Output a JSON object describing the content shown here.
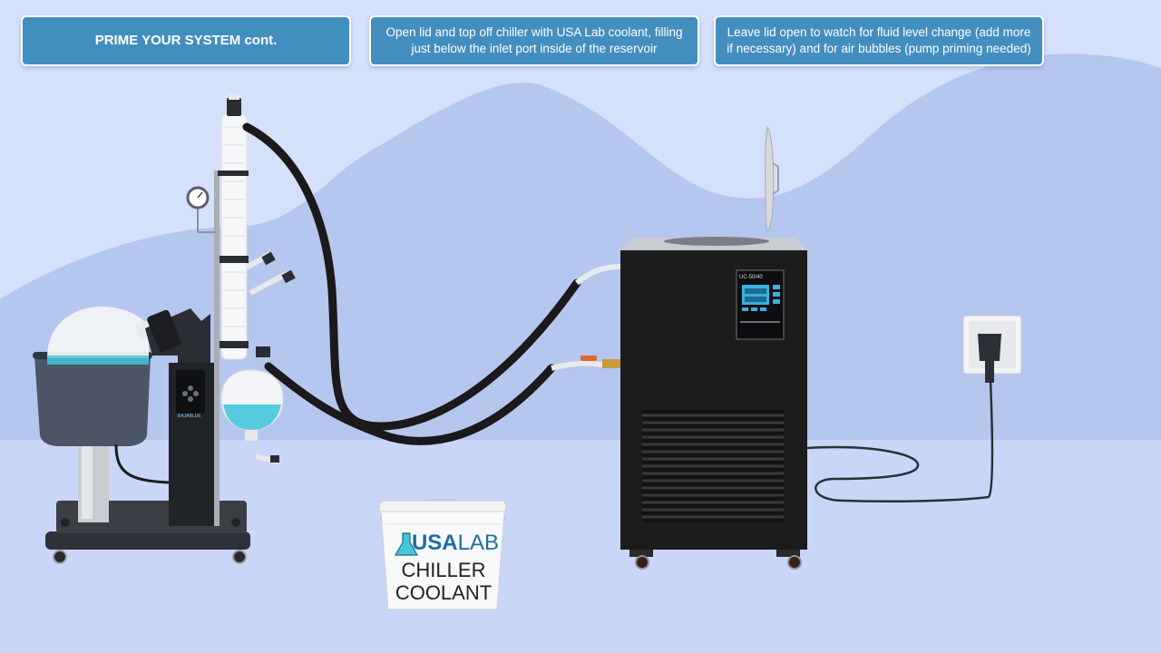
{
  "callouts": {
    "title": "PRIME YOUR SYSTEM cont.",
    "step_fill_line1": "Open lid and top off chiller with USA Lab coolant, filling",
    "step_fill_line2": "just below the inlet port inside of the reservoir",
    "step_watch_line1": "Leave lid open to watch for fluid level change (add more",
    "step_watch_line2": "if necessary) and for air bubbles (pump priming needed)"
  },
  "evaporator": {
    "brand_label": "BAJABLUE"
  },
  "chiller": {
    "model_label": "UC-50/40"
  },
  "coolant_bucket": {
    "brand_usa": "USA",
    "brand_lab": "LAB",
    "line1": "CHILLER",
    "line2": "COOLANT"
  },
  "colors": {
    "background": "#d5e0fb",
    "hills": "#b5c6ef",
    "floor": "#c9d6f7",
    "callout_fill": "#428ebf",
    "chiller_body": "#1c1c1c",
    "coolant": "#45c6dc",
    "display_screen": "#3ab0e0"
  }
}
